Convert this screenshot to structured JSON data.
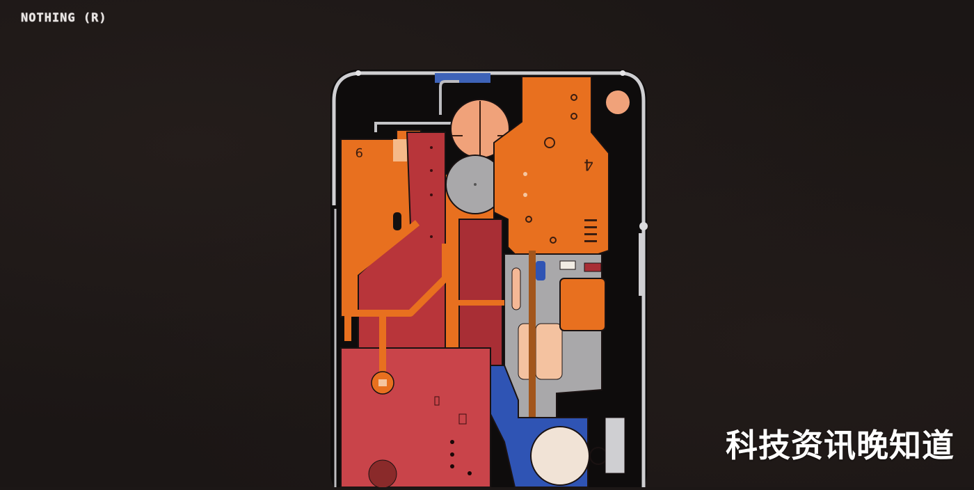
{
  "brand": {
    "logo_text": "NOTHING (R)"
  },
  "caption": {
    "text": "科技资讯晚知道"
  },
  "artwork": {
    "subject": "phone-internals-illustration",
    "labels": [
      "9",
      "4"
    ],
    "colors": {
      "background": "#1b1615",
      "frame": "#cfcfd2",
      "orange": "#e8701f",
      "red": "#b8353a",
      "salmon": "#f0a27a",
      "silver": "#a9a8aa",
      "blue": "#2f54b4",
      "cream": "#f1e3d6",
      "brown": "#a2561c"
    }
  }
}
